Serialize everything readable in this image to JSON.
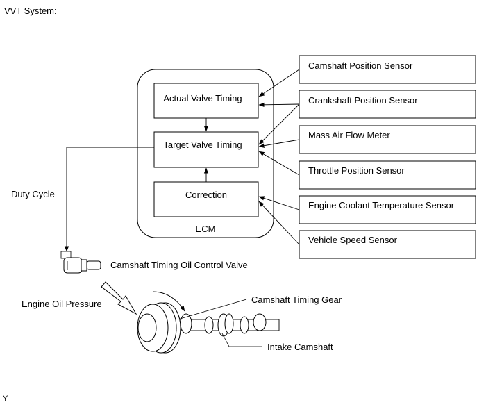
{
  "title": "VVT System:",
  "ecm": {
    "label": "ECM",
    "blocks": {
      "actual": "Actual Valve Timing",
      "target": "Target Valve Timing",
      "correction": "Correction"
    }
  },
  "sensors": [
    "Camshaft Position Sensor",
    "Crankshaft Position Sensor",
    "Mass Air Flow Meter",
    "Throttle Position Sensor",
    "Engine Coolant Temperature Sensor",
    "Vehicle Speed Sensor"
  ],
  "labels": {
    "duty_cycle": "Duty Cycle",
    "ocv": "Camshaft Timing Oil Control Valve",
    "oil_pressure": "Engine Oil Pressure",
    "timing_gear": "Camshaft Timing Gear",
    "intake_camshaft": "Intake Camshaft",
    "corner_code": "Y"
  }
}
